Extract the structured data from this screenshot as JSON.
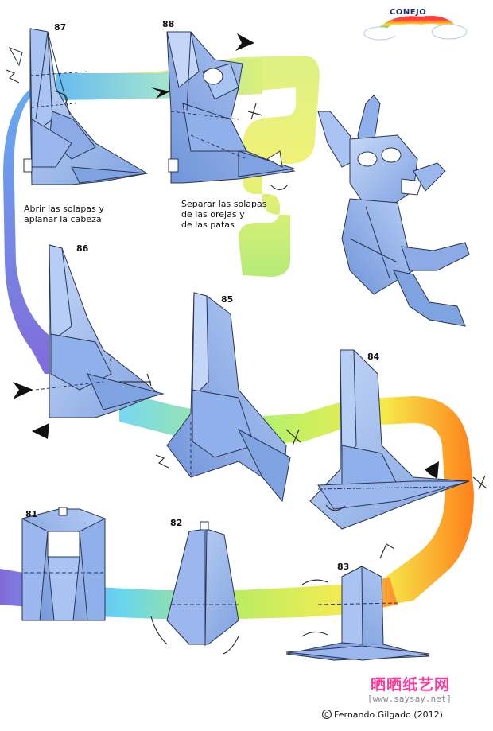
{
  "title": "CONEJO",
  "steps": {
    "s81": "81",
    "s82": "82",
    "s83": "83",
    "s84": "84",
    "s85": "85",
    "s86": "86",
    "s87": "87",
    "s88": "88"
  },
  "captions": {
    "step87_line1": "Abrir las solapas y",
    "step87_line2": "aplanar la cabeza",
    "step88_line1": "Separar las solapas",
    "step88_line2": "de las orejas y",
    "step88_line3": "de las patas"
  },
  "footer": {
    "site_cn": "晒晒纸艺网",
    "site_url": "[www.saysay.net]",
    "credit": "Fernando Gilgado (2012)"
  },
  "colors": {
    "paper": "#9fbdf0",
    "paper_dark": "#6f93d8",
    "outline": "#2a3550",
    "band_violet": "#7b62d8",
    "band_cyan": "#5fd3f0",
    "band_green": "#a8e85a",
    "band_yellow": "#f2ea4a",
    "band_orange": "#ff7a10"
  }
}
